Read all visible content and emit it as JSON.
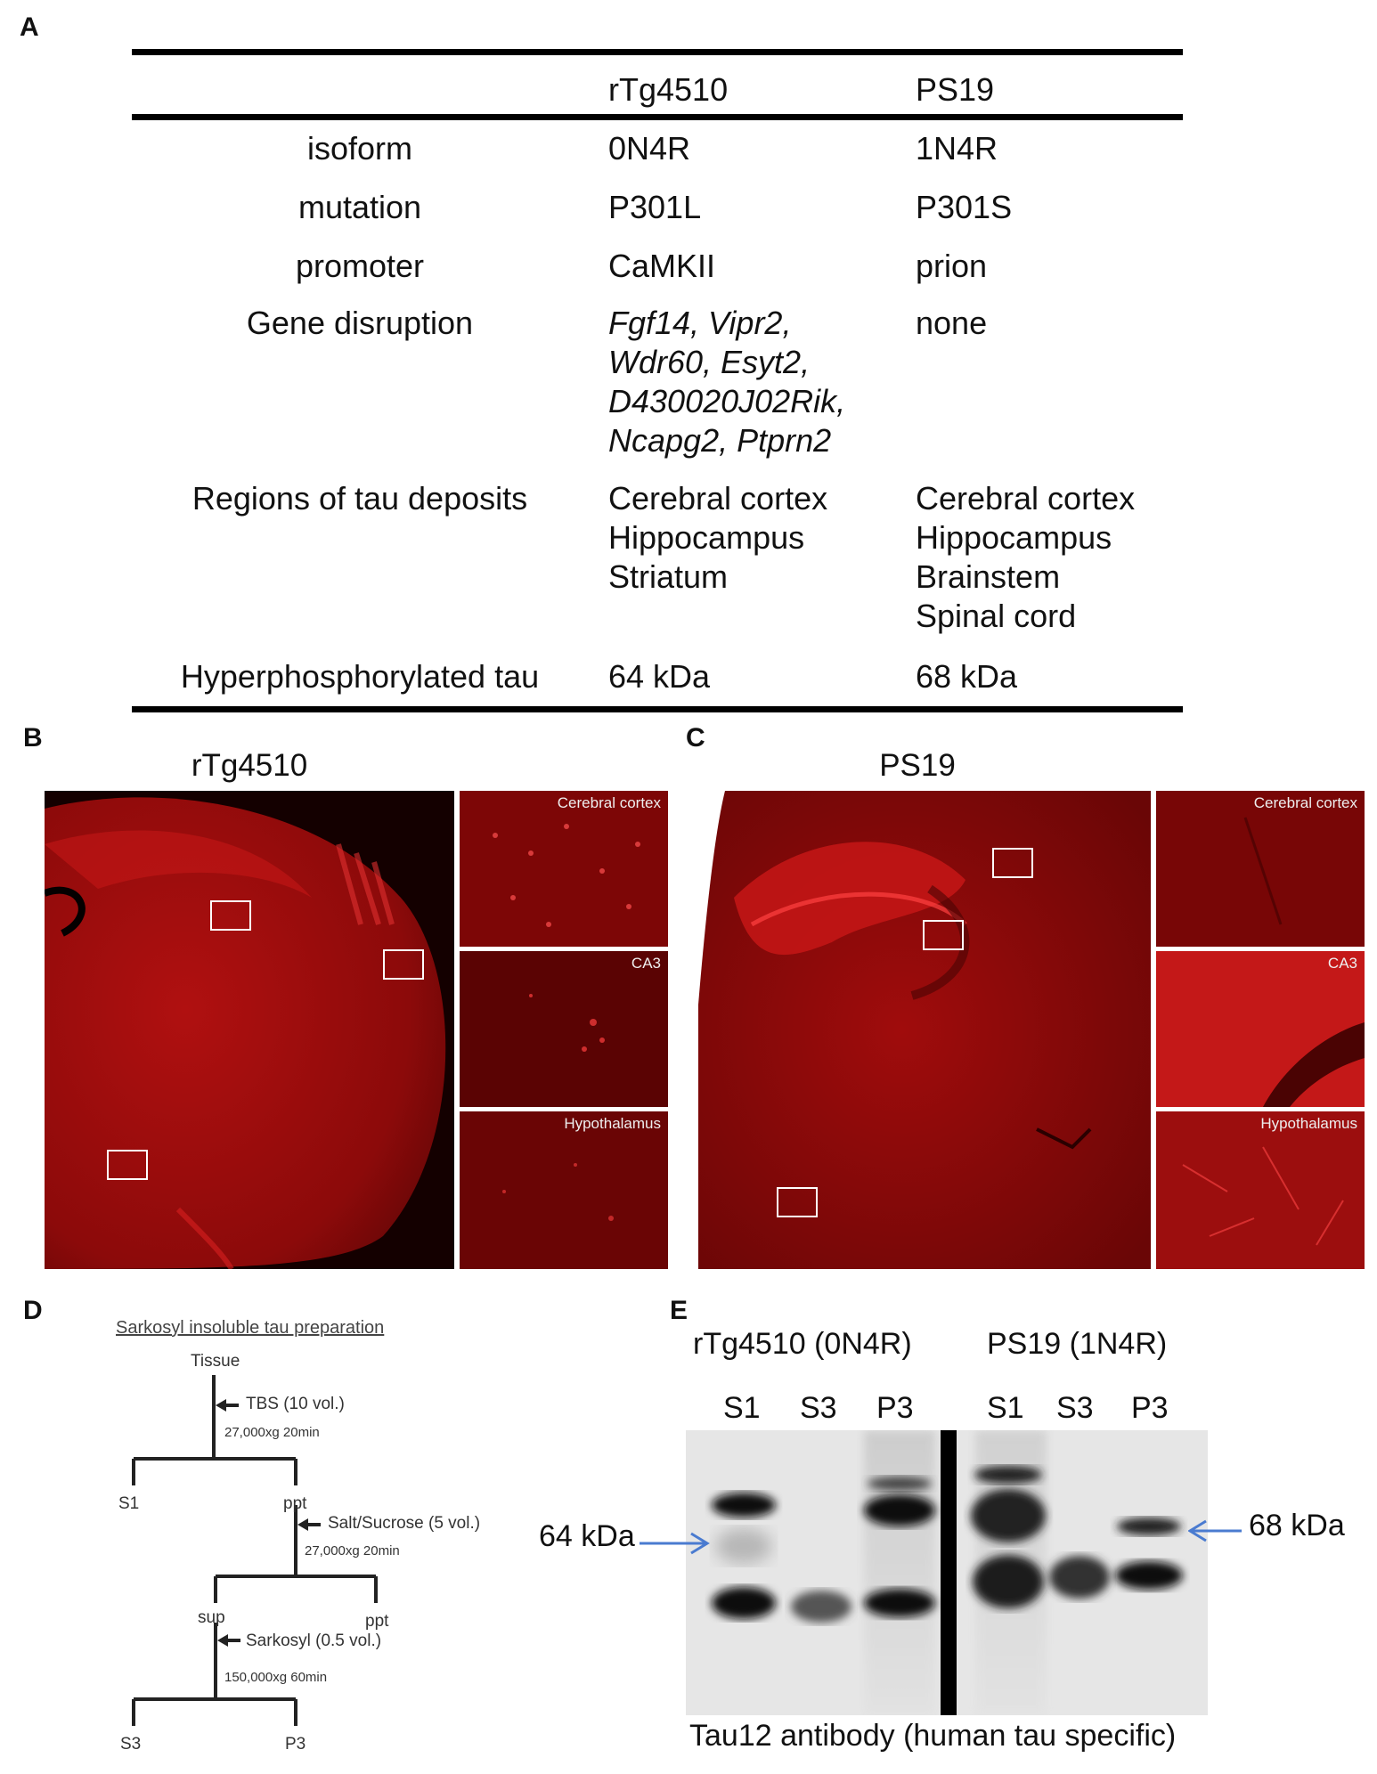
{
  "panel_labels": {
    "a": "A",
    "b": "B",
    "c": "C",
    "d": "D",
    "e": "E"
  },
  "table": {
    "columns": [
      "rTg4510",
      "PS19"
    ],
    "rows": [
      {
        "label": "isoform",
        "rtg": [
          "0N4R"
        ],
        "ps19": [
          "1N4R"
        ]
      },
      {
        "label": "mutation",
        "rtg": [
          "P301L"
        ],
        "ps19": [
          "P301S"
        ]
      },
      {
        "label": "promoter",
        "rtg": [
          "CaMKII"
        ],
        "ps19": [
          "prion"
        ]
      },
      {
        "label": "Gene disruption",
        "rtg": [
          "Fgf14, Vipr2,",
          "Wdr60, Esyt2,",
          "D430020J02Rik,",
          "Ncapg2, Ptprn2"
        ],
        "ps19": [
          "none"
        ]
      },
      {
        "label": "Regions of tau deposits",
        "rtg": [
          "Cerebral cortex",
          "Hippocampus",
          "Striatum"
        ],
        "ps19": [
          "Cerebral cortex",
          "Hippocampus",
          "Brainstem",
          "Spinal cord"
        ]
      },
      {
        "label": "Hyperphosphorylated tau",
        "rtg": [
          "64 kDa"
        ],
        "ps19": [
          "68 kDa"
        ]
      }
    ]
  },
  "panel_b": {
    "title": "rTg4510",
    "insets": [
      "Cerebral cortex",
      "CA3",
      "Hypothalamus"
    ]
  },
  "panel_c": {
    "title": "PS19",
    "insets": [
      "Cerebral cortex",
      "CA3",
      "Hypothalamus"
    ]
  },
  "panel_d": {
    "title": "Sarkosyl insoluble tau preparation",
    "tissue": "Tissue",
    "step1": "TBS (10 vol.)",
    "spin1": "27,000xg 20min",
    "s1": "S1",
    "ppt1": "ppt",
    "step2": "Salt/Sucrose (5 vol.)",
    "spin2": "27,000xg 20min",
    "sup": "sup",
    "ppt2": "ppt",
    "step3": "Sarkosyl (0.5 vol.)",
    "spin3": "150,000xg 60min",
    "s3": "S3",
    "p3": "P3"
  },
  "panel_e": {
    "group_left": "rTg4510 (0N4R)",
    "group_right": "PS19 (1N4R)",
    "lanes": [
      "S1",
      "S3",
      "P3",
      "S1",
      "S3",
      "P3"
    ],
    "marker_left": "64 kDa",
    "marker_right": "68 kDa",
    "caption": "Tau12 antibody (human tau specific)"
  }
}
